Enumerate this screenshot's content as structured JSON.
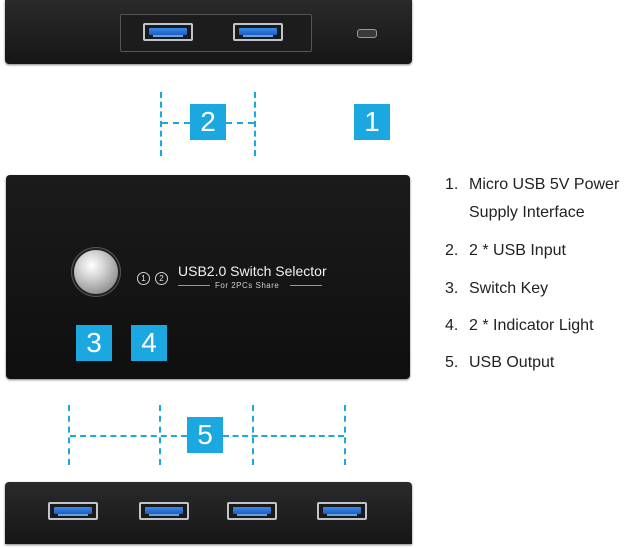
{
  "callouts": {
    "power": "1",
    "input": "2",
    "switch": "3",
    "indicator": "4",
    "output": "5"
  },
  "panel": {
    "title": "USB2.0 Switch Selector",
    "subtitle": "For 2PCs Share",
    "indicators": [
      "1",
      "2"
    ]
  },
  "legend": [
    {
      "num": "1.",
      "line1": "Micro USB 5V Power",
      "line2": "Supply Interface"
    },
    {
      "num": "2.",
      "line1": "2 * USB Input"
    },
    {
      "num": "3.",
      "line1": "Switch Key"
    },
    {
      "num": "4.",
      "line1": "2 * Indicator Light"
    },
    {
      "num": "5.",
      "line1": "USB Output"
    }
  ],
  "colors": {
    "accent": "#1ba8e0",
    "device": "#1a1a1a",
    "port_blue": "#2a74d6"
  }
}
